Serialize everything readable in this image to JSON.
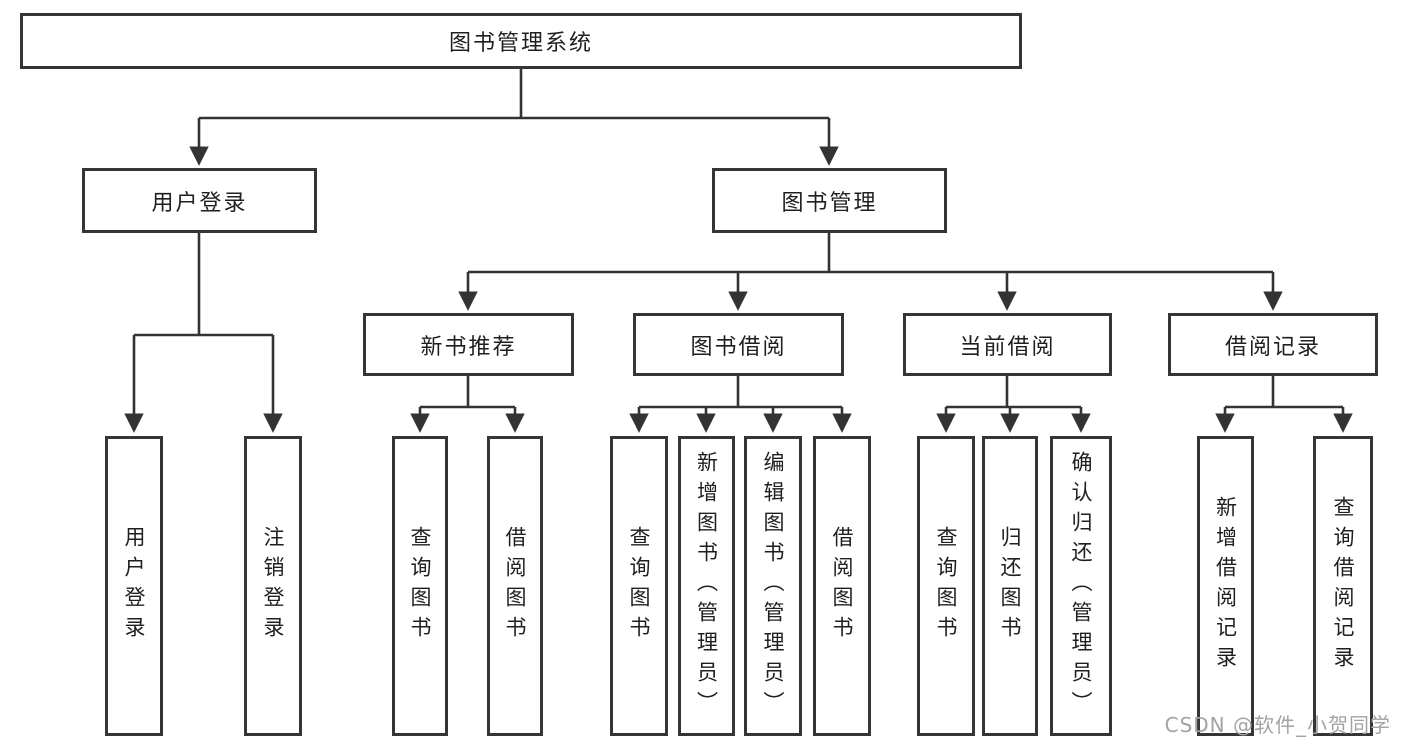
{
  "diagram": {
    "nodes": {
      "root": {
        "label": "图书管理系统"
      },
      "user_login": {
        "label": "用户登录"
      },
      "book_mgmt": {
        "label": "图书管理"
      },
      "new_book": {
        "label": "新书推荐"
      },
      "borrow": {
        "label": "图书借阅"
      },
      "current": {
        "label": "当前借阅"
      },
      "record": {
        "label": "借阅记录"
      }
    },
    "leaves": [
      {
        "label": "用户登录",
        "parent": "用户登录"
      },
      {
        "label": "注销登录",
        "parent": "用户登录"
      },
      {
        "label": "查询图书",
        "parent": "新书推荐"
      },
      {
        "label": "借阅图书",
        "parent": "新书推荐"
      },
      {
        "label": "查询图书",
        "parent": "图书借阅"
      },
      {
        "label": "新增图书（管理员）",
        "parent": "图书借阅"
      },
      {
        "label": "编辑图书（管理员）",
        "parent": "图书借阅"
      },
      {
        "label": "借阅图书",
        "parent": "图书借阅"
      },
      {
        "label": "查询图书",
        "parent": "当前借阅"
      },
      {
        "label": "归还图书",
        "parent": "当前借阅"
      },
      {
        "label": "确认归还（管理员）",
        "parent": "当前借阅"
      },
      {
        "label": "新增借阅记录",
        "parent": "借阅记录"
      },
      {
        "label": "查询借阅记录",
        "parent": "借阅记录"
      }
    ],
    "colors": {
      "line": "#333333",
      "border": "#353535",
      "text": "#1f1f1f",
      "watermark": "#a3a3a3",
      "background": "#ffffff"
    }
  },
  "watermark": {
    "text": "CSDN @软件_小贺同学"
  }
}
